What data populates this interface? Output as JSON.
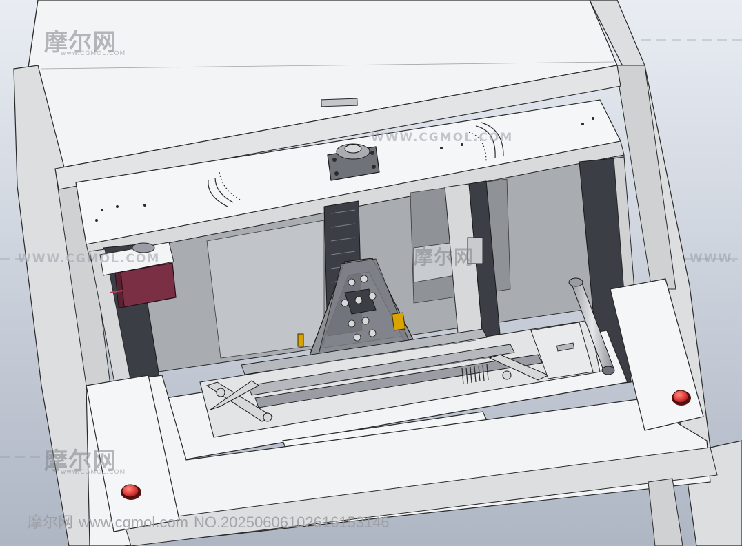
{
  "watermark": {
    "logo_text": "摩尔网",
    "logo_sub": "www.CGMOL.COM",
    "url_text": "WWW.CGMOL.COM",
    "url_partial": "WWW.",
    "center_text": "WWW.CGMOL.COM",
    "tag_text": "WWW."
  },
  "footer": {
    "site_name": "摩尔网",
    "site_url": "www.cgmol.com",
    "serial": "NO.20250606102616153146"
  },
  "colors": {
    "background": "#c9d0dc",
    "panel_white": "#f4f5f6",
    "frame_gray": "#dcdedf",
    "edge": "#2a2a2a",
    "motor_maroon": "#7a2f45",
    "button_red": "#e03a3a",
    "accent_yellow": "#d9a300",
    "dark_rail": "#3b3e44"
  },
  "buttons": {
    "left_stop": "left-emergency-button",
    "right_stop": "right-emergency-button"
  }
}
